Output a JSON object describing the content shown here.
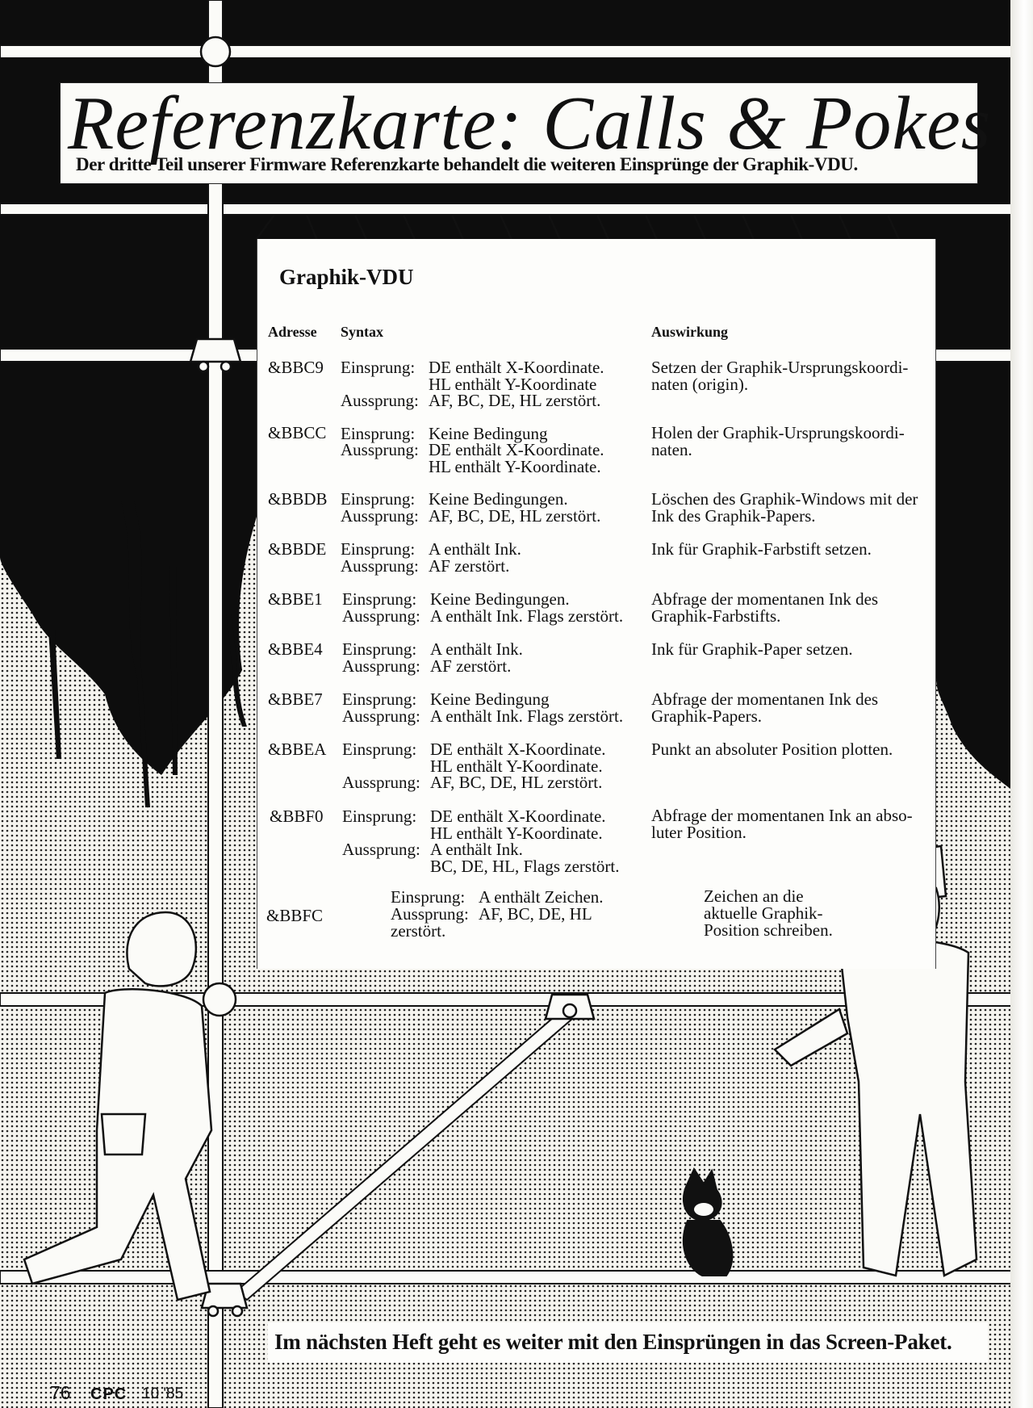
{
  "title": "Referenzkarte: Calls & Pokes",
  "subtitle": "Der dritte Teil unserer Firmware Referenzkarte behandelt die weiteren Einsprünge der Graphik-VDU.",
  "section_title": "Graphik-VDU",
  "columns": {
    "address": "Adresse",
    "syntax": "Syntax",
    "effect": "Auswirkung"
  },
  "entries": [
    {
      "address": "&BBC9",
      "syntax_lines": [
        {
          "label": "Einsprung:",
          "text": "DE enthält X-Koordinate."
        },
        {
          "label": "",
          "text": "HL enthält Y-Koordinate"
        },
        {
          "label": "Aussprung:",
          "text": "AF, BC, DE, HL zerstört."
        }
      ],
      "effect": "Setzen der Graphik-Ursprungskoordi-\nnaten (origin)."
    },
    {
      "address": "&BBCC",
      "syntax_lines": [
        {
          "label": "Einsprung:",
          "text": "Keine Bedingung"
        },
        {
          "label": "Aussprung:",
          "text": "DE enthält X-Koordinate."
        },
        {
          "label": "",
          "text": "HL enthält Y-Koordinate."
        }
      ],
      "effect": "Holen der Graphik-Ursprungskoordi-\nnaten."
    },
    {
      "address": "&BBDB",
      "syntax_lines": [
        {
          "label": "Einsprung:",
          "text": "Keine Bedingungen."
        },
        {
          "label": "Aussprung:",
          "text": "AF, BC, DE, HL zerstört."
        }
      ],
      "effect": "Löschen des Graphik-Windows mit der\nInk des Graphik-Papers."
    },
    {
      "address": "&BBDE",
      "syntax_lines": [
        {
          "label": "Einsprung:",
          "text": "A enthält Ink."
        },
        {
          "label": "Aussprung:",
          "text": "AF zerstört."
        }
      ],
      "effect": "Ink für Graphik-Farbstift setzen."
    },
    {
      "address": "&BBE1",
      "syntax_lines": [
        {
          "label": "Einsprung:",
          "text": "Keine Bedingungen."
        },
        {
          "label": "Aussprung:",
          "text": "A enthält Ink. Flags zerstört."
        }
      ],
      "effect": "Abfrage der momentanen Ink des\nGraphik-Farbstifts."
    },
    {
      "address": "&BBE4",
      "syntax_lines": [
        {
          "label": "Einsprung:",
          "text": "A enthält Ink."
        },
        {
          "label": "Aussprung:",
          "text": "AF zerstört."
        }
      ],
      "effect": "Ink für Graphik-Paper setzen."
    },
    {
      "address": "&BBE7",
      "syntax_lines": [
        {
          "label": "Einsprung:",
          "text": "Keine Bedingung"
        },
        {
          "label": "Aussprung:",
          "text": "A enthält Ink. Flags zerstört."
        }
      ],
      "effect": "Abfrage der momentanen Ink des\nGraphik-Papers."
    },
    {
      "address": "&BBEA",
      "syntax_lines": [
        {
          "label": "Einsprung:",
          "text": "DE enthält X-Koordinate."
        },
        {
          "label": "",
          "text": "HL enthält Y-Koordinate."
        },
        {
          "label": "Aussprung:",
          "text": "AF, BC, DE, HL zerstört."
        }
      ],
      "effect": "Punkt an absoluter Position plotten."
    },
    {
      "address": "&BBF0",
      "syntax_lines": [
        {
          "label": "Einsprung:",
          "text": "DE enthält X-Koordinate."
        },
        {
          "label": "",
          "text": "HL enthält Y-Koordinate."
        },
        {
          "label": "Aussprung:",
          "text": "A enthält Ink."
        },
        {
          "label": "",
          "text": "BC, DE, HL, Flags zerstört."
        }
      ],
      "effect": "Abfrage der momentanen Ink an abso-\nluter Position."
    },
    {
      "address": "&BBFC",
      "syntax_lines": [
        {
          "label": "Einsprung:",
          "text": "A enthält Zeichen."
        },
        {
          "label": "Aussprung:",
          "text": "AF, BC, DE, HL"
        },
        {
          "label": "",
          "text": "zerstört."
        }
      ],
      "effect": "Zeichen an die\naktuelle Graphik-\nPosition schreiben."
    }
  ],
  "footer_note": "Im nächsten Heft geht es weiter mit den Einsprüngen in das Screen-Paket.",
  "page_number": "76",
  "magazine": "CPC",
  "issue": "10 '85"
}
